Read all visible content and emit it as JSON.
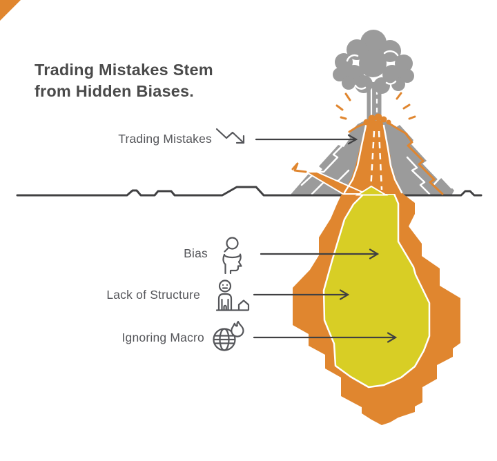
{
  "title": {
    "line1": "Trading Mistakes Stem",
    "line2": "from Hidden Biases."
  },
  "surface": {
    "label": "Trading Mistakes",
    "icon": "trend-down-icon"
  },
  "underground": {
    "items": [
      {
        "label": "Bias",
        "icon": "head-magnifier-icon"
      },
      {
        "label": "Lack of Structure",
        "icon": "person-house-icon"
      },
      {
        "label": "Ignoring Macro",
        "icon": "globe-flame-icon"
      }
    ]
  },
  "colors": {
    "orange": "#E0862F",
    "yellow": "#D8CE25",
    "mountain_gray": "#9B9B9B",
    "title_text": "#4A4A4A",
    "label_text": "#55565A",
    "line_dark": "#404042",
    "white": "#FFFFFF"
  }
}
